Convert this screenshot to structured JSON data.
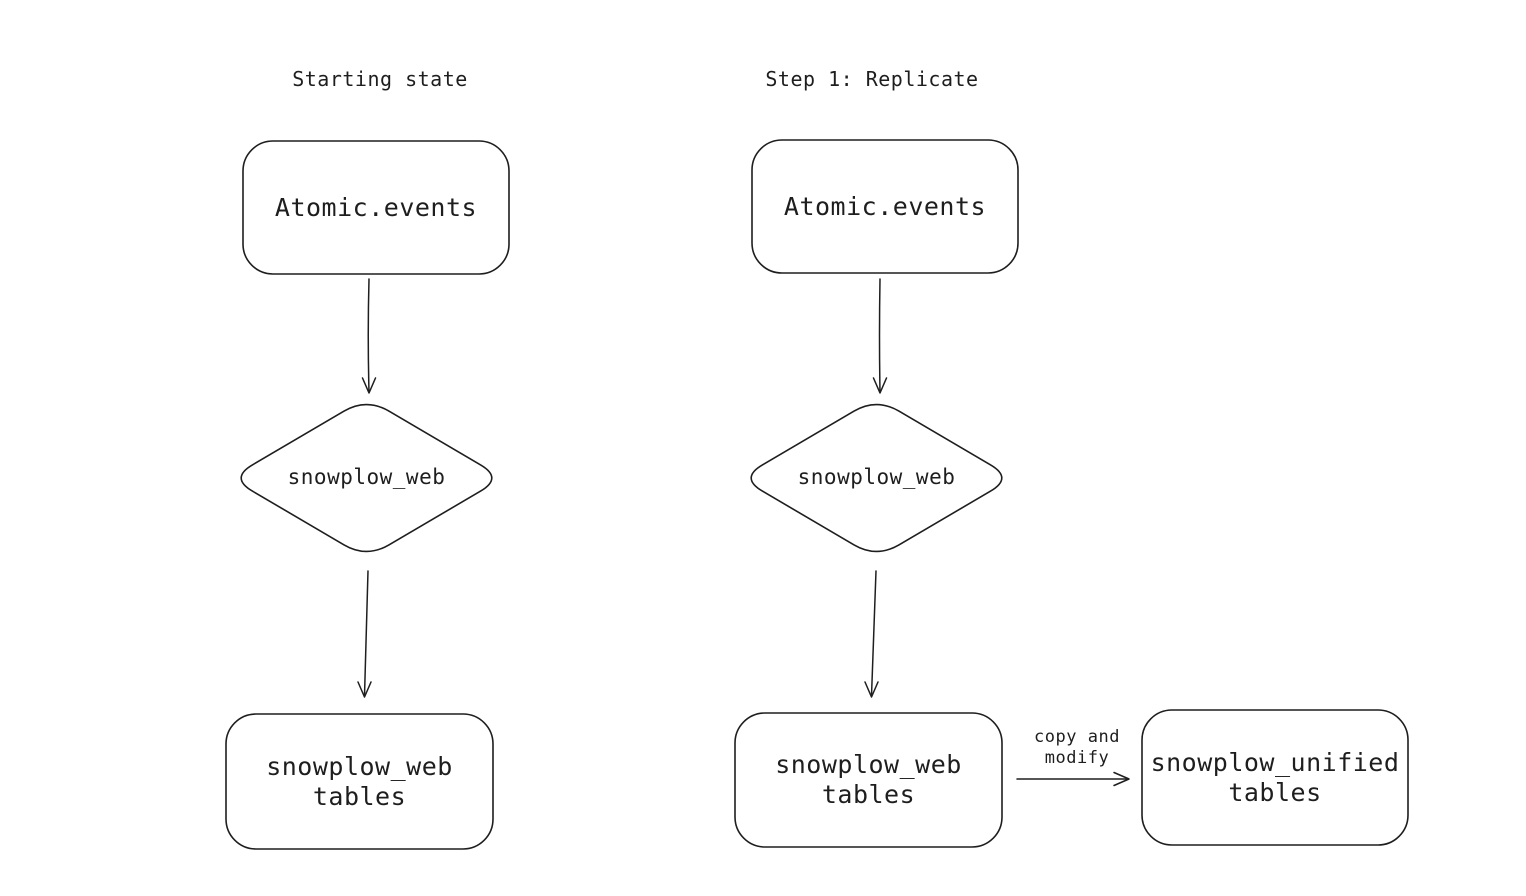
{
  "colors": {
    "stroke": "#1e1e1e",
    "text": "#1e1e1e",
    "background": "#ffffff"
  },
  "panels": [
    {
      "title": "Starting state"
    },
    {
      "title": "Step 1: Replicate"
    }
  ],
  "nodes": [
    {
      "id": "start-atomic-events",
      "panel": "Starting state",
      "shape": "rectangle",
      "label": "Atomic.events"
    },
    {
      "id": "start-snowplow-web",
      "panel": "Starting state",
      "shape": "diamond",
      "label": "snowplow_web"
    },
    {
      "id": "start-snowplow-web-tables",
      "panel": "Starting state",
      "shape": "rectangle",
      "label": "snowplow_web\ntables"
    },
    {
      "id": "step1-atomic-events",
      "panel": "Step 1: Replicate",
      "shape": "rectangle",
      "label": "Atomic.events"
    },
    {
      "id": "step1-snowplow-web",
      "panel": "Step 1: Replicate",
      "shape": "diamond",
      "label": "snowplow_web"
    },
    {
      "id": "step1-snowplow-web-tables",
      "panel": "Step 1: Replicate",
      "shape": "rectangle",
      "label": "snowplow_web\ntables"
    },
    {
      "id": "step1-snowplow-unified-tables",
      "panel": "Step 1: Replicate",
      "shape": "rectangle",
      "label": "snowplow_unified\ntables"
    }
  ],
  "edges": [
    {
      "from": "start-atomic-events",
      "to": "start-snowplow-web",
      "label": ""
    },
    {
      "from": "start-snowplow-web",
      "to": "start-snowplow-web-tables",
      "label": ""
    },
    {
      "from": "step1-atomic-events",
      "to": "step1-snowplow-web",
      "label": ""
    },
    {
      "from": "step1-snowplow-web",
      "to": "step1-snowplow-web-tables",
      "label": ""
    },
    {
      "from": "step1-snowplow-web-tables",
      "to": "step1-snowplow-unified-tables",
      "label": "copy and\nmodify"
    }
  ]
}
